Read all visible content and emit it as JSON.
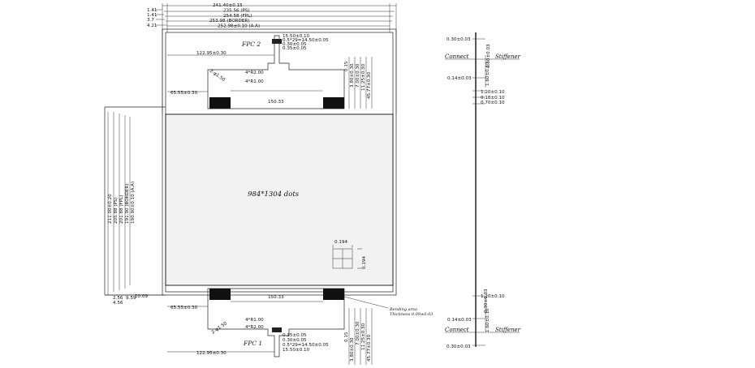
{
  "top_dims": [
    "241.40±0.15",
    "235.56 (PS)",
    "254.58 (FPL)",
    "253.98 (BORDER)",
    "252.98±0.10 (A.A)"
  ],
  "top_left_offsets": [
    "1.41",
    "1.41",
    "3.7",
    "4.21"
  ],
  "left_dims": [
    "211.00±0.20",
    "205.88 (PS)",
    "201.88 (FPL)",
    "191.90 (BORDER)",
    "190.90±0.10 (A.A)"
  ],
  "bottom_left_offsets": [
    "2.56",
    "4.56",
    "9.59",
    "10.09"
  ],
  "panel_label": "984*1304 dots",
  "pixel_pitch": [
    "0.194",
    "0.194"
  ],
  "fpc2": {
    "label": "FPC 2",
    "dims_right": [
      "15.50±0.10",
      "0.5*29=14.50±0.05",
      "0.30±0.05",
      "0.35±0.05"
    ],
    "offset": "122.95±0.30",
    "pad_offset": "65.55±0.30",
    "pad_span": "150.33",
    "radius": "2-φ1.50",
    "corner_r2": "4*R2.00",
    "corner_r1": "4*R1.00",
    "vert_dims": [
      "0.15",
      "3.80±0.30",
      "7.00±0.30",
      "11.25±0.30",
      "45.77±0.30"
    ]
  },
  "fpc1": {
    "label": "FPC 1",
    "dims_right": [
      "0.35±0.05",
      "0.30±0.05",
      "0.5*29=14.50±0.05",
      "15.50±0.10"
    ],
    "offset": "122.95±0.30",
    "pad_offset": "65.55±0.30",
    "pad_span": "150.33",
    "radius": "2-φ1.50",
    "corner_r1": "4*R1.00",
    "corner_r2": "4*R2.00",
    "vert_dims": [
      "0.15",
      "3.80±0.30",
      "7.00±0.30",
      "11.25±0.30",
      "45.77±0.30"
    ]
  },
  "bending_note": [
    "Bending area",
    "Thickness 0.09±0.03"
  ],
  "side_view": {
    "top": [
      "0.30±0.03",
      "Connect",
      "Stiffener",
      "0.30±0.03",
      "0.14±0.03",
      "1.60±0.10",
      "1.20±0.10",
      "0.18±0.10",
      "0.70±0.10"
    ],
    "bottom": [
      "1.20±0.10",
      "0.30±0.03",
      "0.14±0.03",
      "1.60±0.10",
      "Connect",
      "Stiffener",
      "0.30±0.03"
    ]
  }
}
